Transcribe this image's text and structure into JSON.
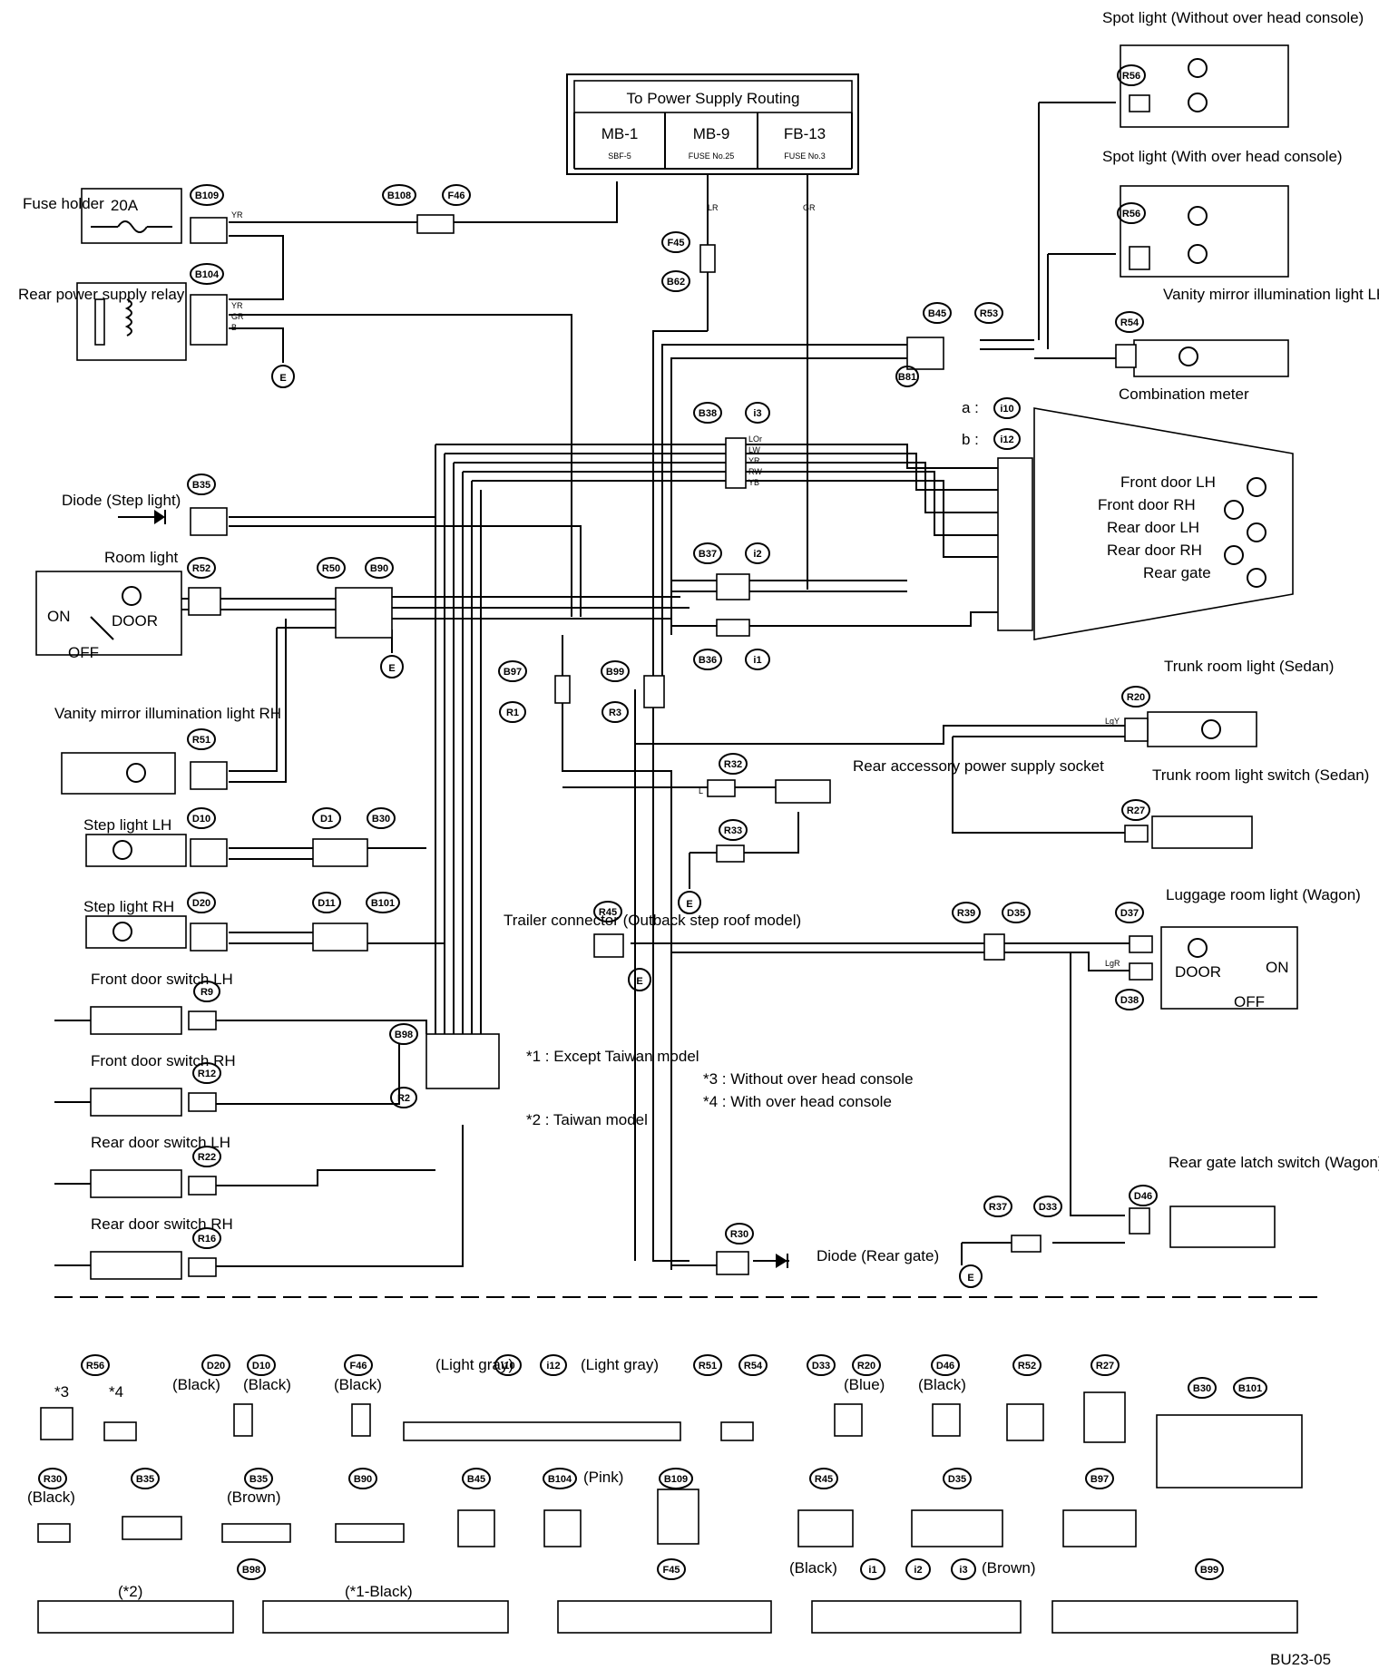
{
  "diagram_id": "BU23-05",
  "power": {
    "title": "To Power Supply Routing",
    "cols": [
      {
        "name": "MB-1",
        "sub": "SBF-5"
      },
      {
        "name": "MB-9",
        "sub": "FUSE No.25"
      },
      {
        "name": "FB-13",
        "sub": "FUSE No.3"
      }
    ]
  },
  "components": {
    "fuse_holder": "Fuse holder",
    "fuse_rating": "20A",
    "rear_relay": "Rear power supply relay",
    "diode_step": "Diode (Step light)",
    "room_light": "Room light",
    "on": "ON",
    "off": "OFF",
    "door": "DOOR",
    "vanity_rh": "Vanity mirror illumination light RH",
    "step_lh": "Step light LH",
    "step_rh": "Step light RH",
    "fd_sw_lh": "Front door switch LH",
    "fd_sw_rh": "Front door switch RH",
    "rd_sw_lh": "Rear door switch LH",
    "rd_sw_rh": "Rear door switch RH",
    "spot_without": "Spot light (Without over head console)",
    "spot_with": "Spot light (With over head console)",
    "vanity_lh": "Vanity mirror illumination light LH",
    "comb_meter": "Combination meter",
    "meter_a": "a :",
    "meter_b": "b :",
    "meter_items": [
      "Front door LH",
      "Front door RH",
      "Rear door LH",
      "Rear door RH",
      "Rear gate"
    ],
    "trunk_light": "Trunk room light (Sedan)",
    "trunk_switch": "Trunk room light switch (Sedan)",
    "rear_socket": "Rear accessory power supply socket",
    "trailer": "Trailer connector (Outback step roof model)",
    "luggage": "Luggage room light (Wagon)",
    "latch": "Rear gate latch switch (Wagon)",
    "diode_gate": "Diode (Rear gate)"
  },
  "notes": {
    "n1": "*1 : Except Taiwan model",
    "n2": "*2 : Taiwan model",
    "n3": "*3 : Without over head console",
    "n4": "*4 : With over head console"
  },
  "connectors": {
    "B109": "B109",
    "B108": "B108",
    "F46": "F46",
    "B104": "B104",
    "F45": "F45",
    "B62": "B62",
    "B35": "B35",
    "R52": "R52",
    "R50": "R50",
    "B90": "B90",
    "R51": "R51",
    "D10": "D10",
    "D1": "D1",
    "B30": "B30",
    "D20": "D20",
    "D11": "D11",
    "B101": "B101",
    "R9": "R9",
    "R12": "R12",
    "R22": "R22",
    "R16": "R16",
    "B98": "B98",
    "R2": "R2",
    "B97": "B97",
    "R1": "R1",
    "B99": "B99",
    "R3": "R3",
    "B38": "B38",
    "i3": "i3",
    "B37": "B37",
    "i2": "i2",
    "B36": "B36",
    "i1": "i1",
    "i10": "i10",
    "i12": "i12",
    "R56": "R56",
    "B45": "B45",
    "R53": "R53",
    "R54": "R54",
    "R20": "R20",
    "R27": "R27",
    "R32": "R32",
    "R33": "R33",
    "R45": "R45",
    "R39": "R39",
    "D35": "D35",
    "D37": "D37",
    "D38": "D38",
    "R37": "R37",
    "D33": "D33",
    "D46": "D46",
    "R30": "R30",
    "B81": "B81",
    "E": "E"
  },
  "wires": {
    "L": "L",
    "LR": "LR",
    "YR": "YR",
    "GR": "GR",
    "B": "B",
    "LOr": "LOr",
    "LW": "LW",
    "RW": "RW",
    "YB": "YB",
    "LgY": "LgY",
    "LgR": "LgR"
  },
  "legend": {
    "star3": "*3",
    "star4": "*4",
    "black": "(Black)",
    "light_gray": "(Light gray)",
    "blue": "(Blue)",
    "brown": "(Brown)",
    "pink": "(Pink)",
    "star2": "(*2)",
    "star1_black": "(*1-Black)"
  }
}
